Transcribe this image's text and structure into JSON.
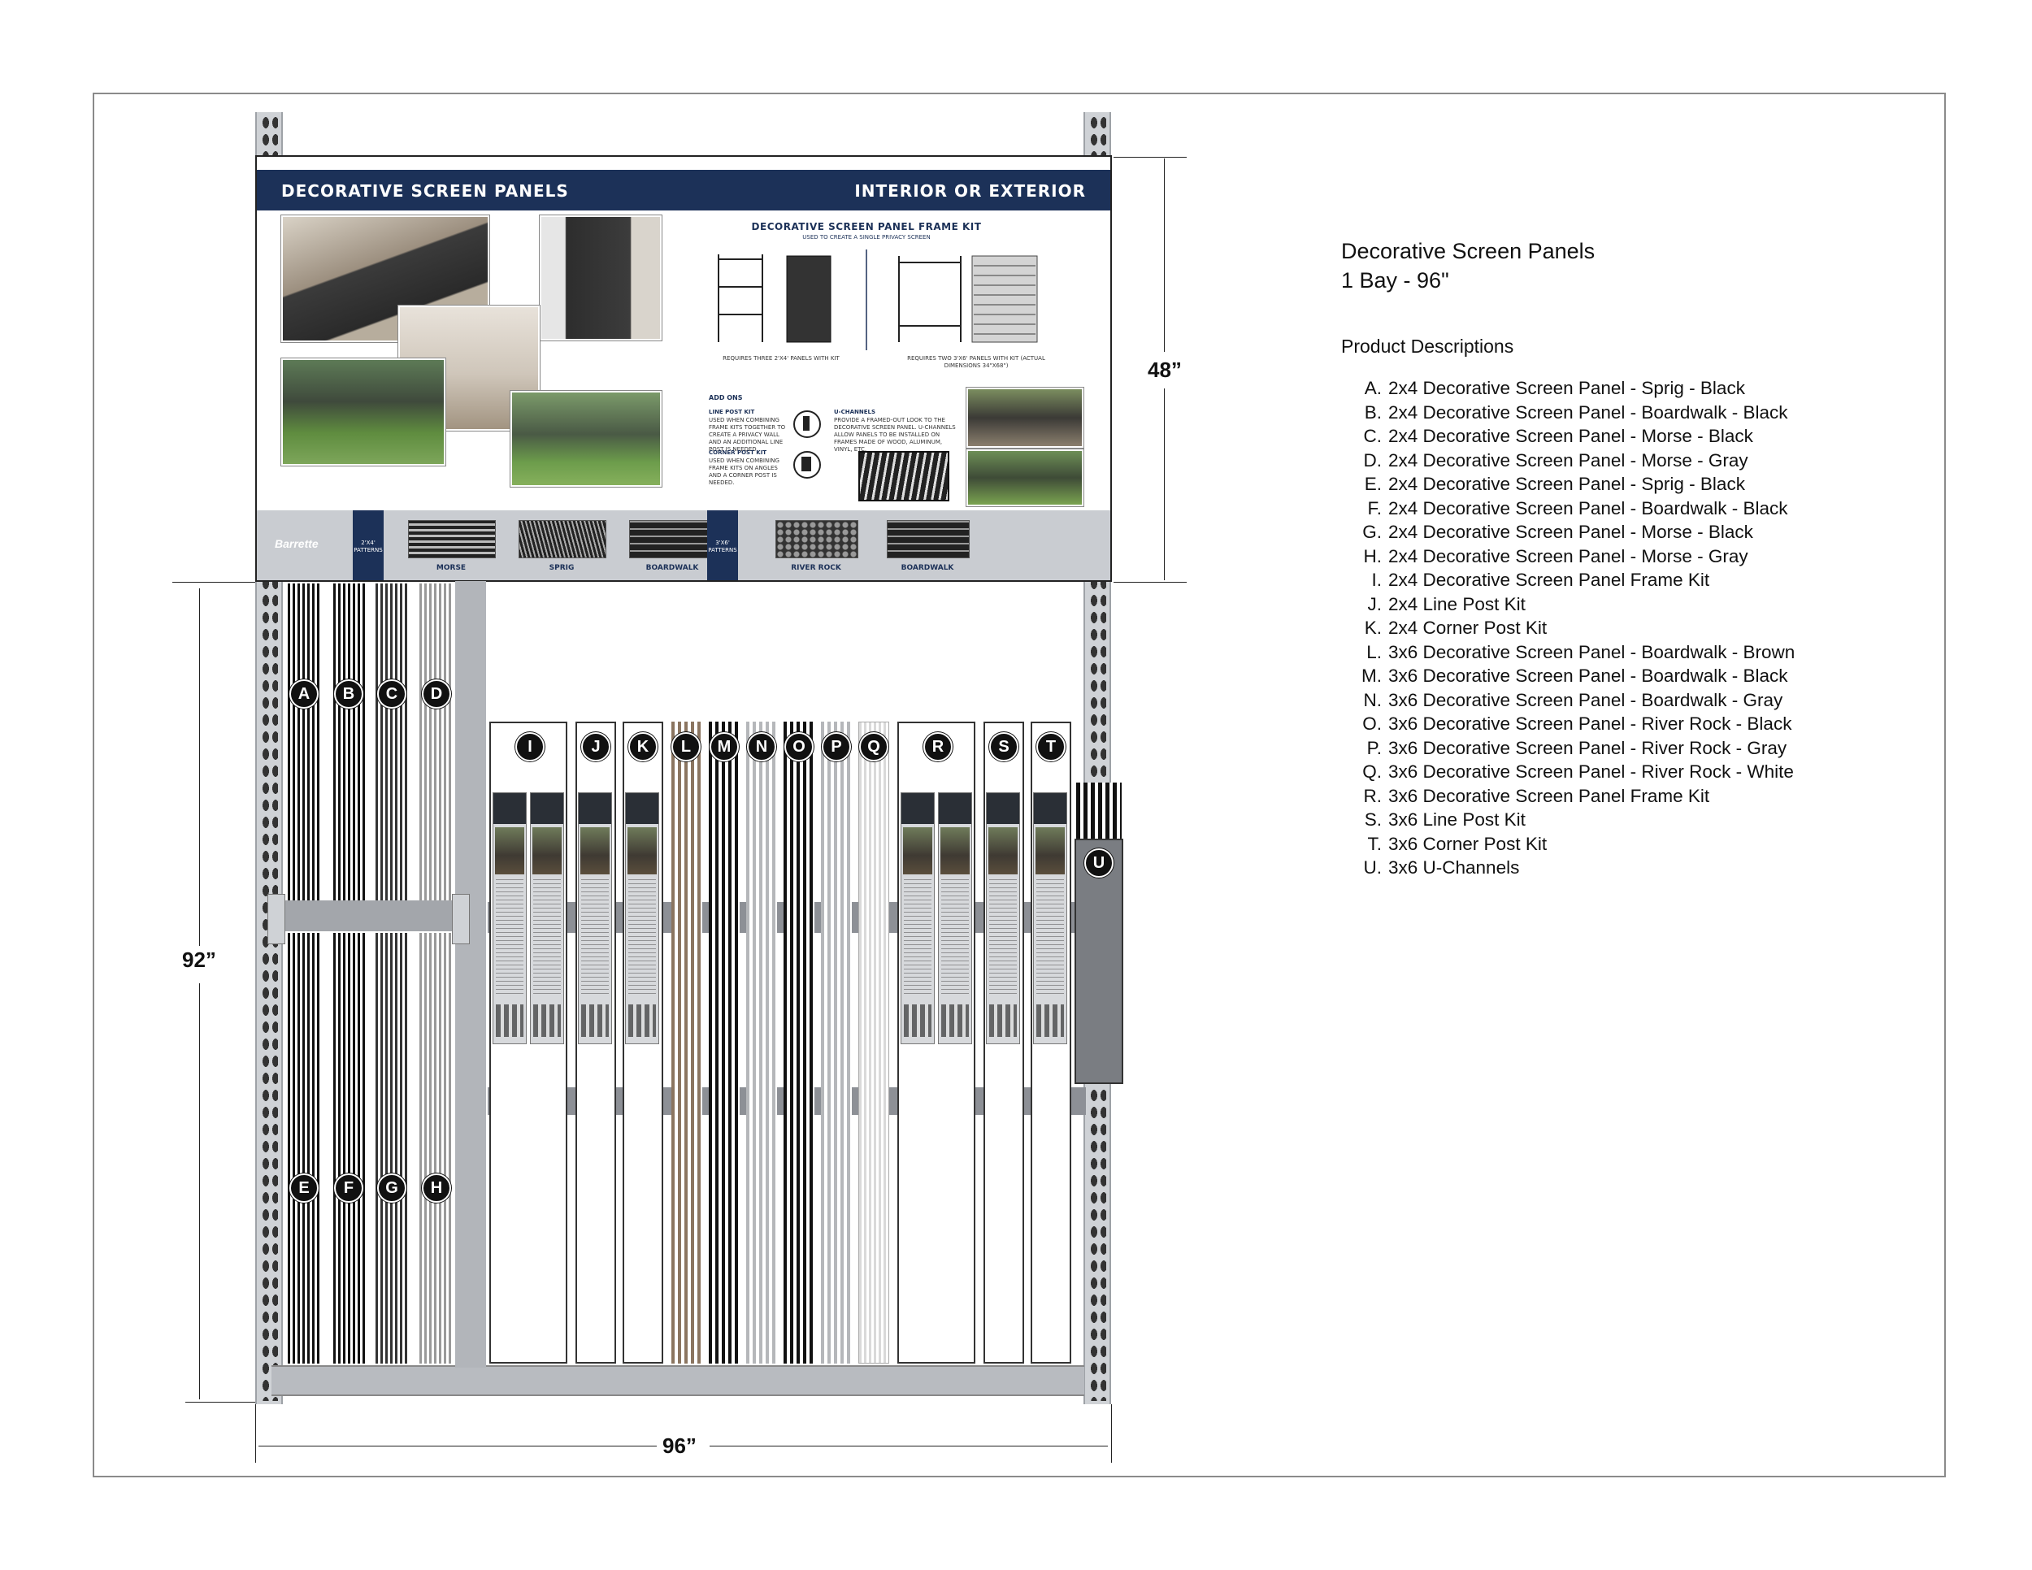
{
  "sheet": {
    "title": "Decorative Screen Panels",
    "subtitle": "1 Bay - 96\"",
    "descriptions_heading": "Product Descriptions",
    "descriptions": [
      {
        "letter": "A.",
        "text": "2x4 Decorative Screen Panel - Sprig - Black"
      },
      {
        "letter": "B.",
        "text": "2x4 Decorative Screen Panel - Boardwalk - Black"
      },
      {
        "letter": "C.",
        "text": "2x4 Decorative Screen Panel - Morse - Black"
      },
      {
        "letter": "D.",
        "text": "2x4 Decorative Screen Panel - Morse - Gray"
      },
      {
        "letter": "E.",
        "text": "2x4 Decorative Screen Panel - Sprig - Black"
      },
      {
        "letter": "F.",
        "text": "2x4 Decorative Screen Panel - Boardwalk - Black"
      },
      {
        "letter": "G.",
        "text": "2x4 Decorative Screen Panel - Morse - Black"
      },
      {
        "letter": "H.",
        "text": "2x4 Decorative Screen Panel - Morse - Gray"
      },
      {
        "letter": "I.",
        "text": "2x4 Decorative Screen Panel Frame Kit"
      },
      {
        "letter": "J.",
        "text": "2x4 Line Post Kit"
      },
      {
        "letter": "K.",
        "text": "2x4 Corner Post Kit"
      },
      {
        "letter": "L.",
        "text": "3x6 Decorative Screen Panel - Boardwalk - Brown"
      },
      {
        "letter": "M.",
        "text": "3x6 Decorative Screen Panel - Boardwalk - Black"
      },
      {
        "letter": "N.",
        "text": "3x6 Decorative Screen Panel - Boardwalk - Gray"
      },
      {
        "letter": "O.",
        "text": "3x6 Decorative Screen Panel - River Rock - Black"
      },
      {
        "letter": "P.",
        "text": "3x6 Decorative Screen Panel - River Rock - Gray"
      },
      {
        "letter": "Q.",
        "text": "3x6 Decorative Screen Panel - River Rock - White"
      },
      {
        "letter": "R.",
        "text": "3x6 Decorative Screen Panel Frame Kit"
      },
      {
        "letter": "S.",
        "text": "3x6 Line Post Kit"
      },
      {
        "letter": "T.",
        "text": "3x6 Corner Post Kit"
      },
      {
        "letter": "U.",
        "text": "3x6 U-Channels"
      }
    ]
  },
  "dimensions": {
    "header_height": "48”",
    "rack_height": "92”",
    "rack_width": "96”"
  },
  "header_sign": {
    "left_title": "DECORATIVE SCREEN PANELS",
    "right_title": "INTERIOR OR EXTERIOR",
    "kit_title": "DECORATIVE SCREEN PANEL FRAME KIT",
    "kit_subtitle": "USED TO CREATE A SINGLE PRIVACY SCREEN",
    "kit_note_left": "REQUIRES THREE 2'X4' PANELS WITH KIT",
    "kit_note_right": "REQUIRES TWO 3'X6' PANELS WITH KIT (ACTUAL DIMENSIONS 34\"X68\")",
    "addons_title": "ADD ONS",
    "line_post_title": "LINE POST KIT",
    "line_post_text": "USED WHEN COMBINING FRAME KITS TOGETHER TO CREATE A PRIVACY WALL AND AN ADDITIONAL LINE POST IS NEEDED.",
    "corner_post_title": "CORNER POST KIT",
    "corner_post_text": "USED WHEN COMBINING FRAME KITS ON ANGLES AND A CORNER POST IS NEEDED.",
    "uchannel_title": "U-CHANNELS",
    "uchannel_text": "PROVIDE A FRAMED-OUT LOOK TO THE DECORATIVE SCREEN PANEL. U-CHANNELS ALLOW PANELS TO BE INSTALLED ON FRAMES MADE OF WOOD, ALUMINUM, VINYL, ETC.",
    "brand": "Barrette",
    "tag_2x4": "2'X4' PATTERNS",
    "tag_3x6": "3'X6' PATTERNS",
    "patterns_2x4": [
      "MORSE",
      "SPRIG",
      "BOARDWALK"
    ],
    "patterns_3x6": [
      "RIVER ROCK",
      "BOARDWALK"
    ]
  },
  "rack": {
    "upper_badges": [
      "A",
      "B",
      "C",
      "D"
    ],
    "lower_badges": [
      "E",
      "F",
      "G",
      "H"
    ],
    "bin_badges": [
      "I",
      "J",
      "K",
      "L",
      "M",
      "N",
      "O",
      "P",
      "Q",
      "R",
      "S",
      "T"
    ],
    "uchannel_badge": "U"
  },
  "colors": {
    "navy": "#1c3158",
    "brown_panel": "#8b7560",
    "black_panel": "#111111",
    "gray_panel": "#b5b7ba",
    "white_panel": "#f2f2f2",
    "rack_gray": "#8d9096"
  }
}
